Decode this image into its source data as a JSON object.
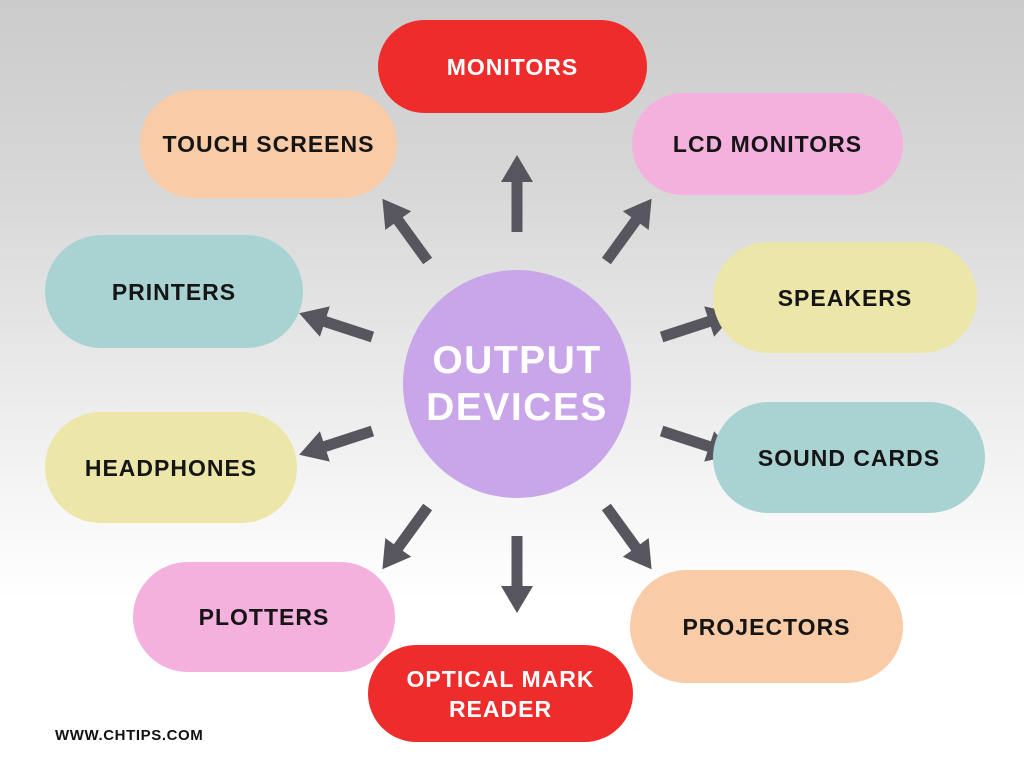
{
  "diagram": {
    "title": "OUTPUT DEVICES",
    "center": {
      "line1": "OUTPUT",
      "line2": "DEVICES",
      "color": "#c9a6e9",
      "text_color": "#ffffff"
    },
    "arrow_color": "#57565f",
    "background": {
      "top": "#cbcbcb",
      "bottom": "#ffffff"
    },
    "nodes": [
      {
        "id": "monitors",
        "label": "MONITORS",
        "color": "#ee2c2c",
        "text_color": "#ffffff"
      },
      {
        "id": "lcd-monitors",
        "label": "LCD MONITORS",
        "color": "#f4b1dd",
        "text_color": "#151515"
      },
      {
        "id": "speakers",
        "label": "SPEAKERS",
        "color": "#ece6a8",
        "text_color": "#151515"
      },
      {
        "id": "sound-cards",
        "label": "SOUND CARDS",
        "color": "#a9d3d2",
        "text_color": "#151515"
      },
      {
        "id": "projectors",
        "label": "PROJECTORS",
        "color": "#f9cba7",
        "text_color": "#151515"
      },
      {
        "id": "optical-mark-reader",
        "label": "OPTICAL MARK READER",
        "color": "#ee2c2c",
        "text_color": "#ffffff"
      },
      {
        "id": "plotters",
        "label": "PLOTTERS",
        "color": "#f4b1dd",
        "text_color": "#151515"
      },
      {
        "id": "headphones",
        "label": "HEADPHONES",
        "color": "#ece6a8",
        "text_color": "#151515"
      },
      {
        "id": "printers",
        "label": "PRINTERS",
        "color": "#a9d3d2",
        "text_color": "#151515"
      },
      {
        "id": "touch-screens",
        "label": "TOUCH SCREENS",
        "color": "#f9cba7",
        "text_color": "#151515"
      }
    ]
  },
  "watermark": {
    "text": "WWW.CHTIPS.COM"
  }
}
